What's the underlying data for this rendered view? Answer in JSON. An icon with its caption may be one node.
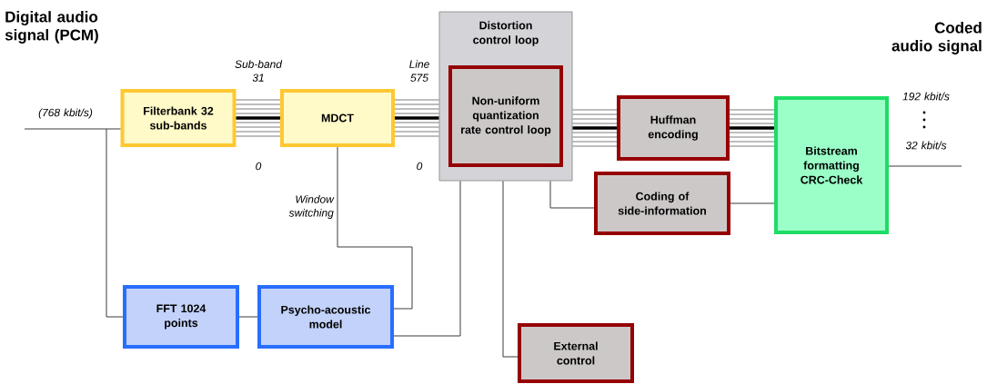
{
  "diagram": {
    "nodes": [
      {
        "text": [
          "Filterbank 32 sub-bands"
        ]
      },
      {
        "text": [
          "MDCT"
        ]
      },
      {
        "text": [
          "Distortion control loop"
        ]
      },
      {
        "text": [
          "Non-uniform quantization rate control loop"
        ],
        "in": 2
      },
      {
        "text": [
          "Huffman encoding"
        ]
      },
      {
        "text": [
          "Coding of side-information"
        ]
      },
      {
        "text": [
          "Bitstream formatting CRC-Check"
        ]
      },
      {
        "text": [
          "FFT 1024 points"
        ]
      },
      {
        "text": [
          "Psycho-acoustic model"
        ]
      },
      {
        "text": [
          "External control"
        ]
      }
    ],
    "edges": [
      {
        "from": null,
        "to": 0,
        "arrow": "none"
      },
      {
        "from": null,
        "to": 7,
        "arrow": "none"
      },
      {
        "from": 0,
        "to": 1,
        "arrow": "none",
        "style": "thick"
      },
      {
        "from": 1,
        "to": 2,
        "arrow": "none",
        "style": "thick"
      },
      {
        "from": 2,
        "to": 4,
        "arrow": "none",
        "style": "thick"
      },
      {
        "from": 4,
        "to": 6,
        "arrow": "none",
        "style": "thick"
      },
      {
        "from": 1,
        "to": 8,
        "arrow": "none",
        "label": "Window switching"
      },
      {
        "from": 7,
        "to": 8,
        "arrow": "none"
      },
      {
        "from": 8,
        "to": 2,
        "arrow": "none"
      },
      {
        "from": 2,
        "to": 9,
        "arrow": "none"
      },
      {
        "from": 2,
        "to": 5,
        "arrow": "none"
      },
      {
        "from": 5,
        "to": 6,
        "arrow": "none"
      },
      {
        "from": 6,
        "to": null,
        "arrow": "none"
      }
    ],
    "labels": [
      "Digital audio signal (PCM)",
      "Coded audio signal",
      "Sub-band 31",
      "Line 575",
      "(768 kbit/s)",
      "192 kbit/s",
      "32 kbit/s",
      "0",
      "0"
    ]
  }
}
